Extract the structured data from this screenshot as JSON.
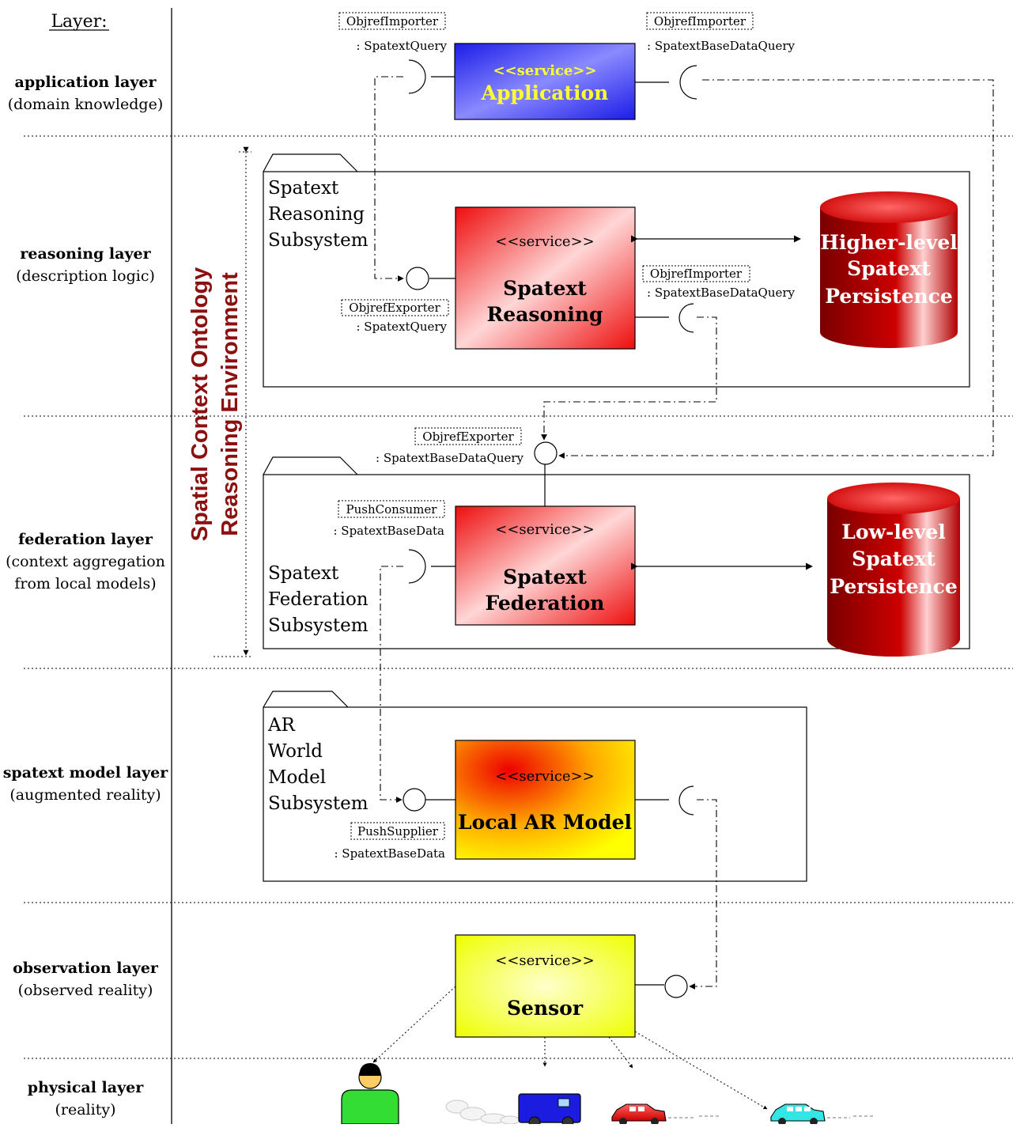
{
  "layers_heading": "Layer:",
  "layers": [
    {
      "name": "application layer",
      "desc": "(domain knowledge)"
    },
    {
      "name": "reasoning layer",
      "desc": "(description logic)"
    },
    {
      "name": "federation layer",
      "desc1": "(context aggregation",
      "desc2": "from local models)"
    },
    {
      "name": "spatext model layer",
      "desc": "(augmented reality)"
    },
    {
      "name": "observation layer",
      "desc": "(observed reality)"
    },
    {
      "name": "physical layer",
      "desc": "(reality)"
    }
  ],
  "environment_label": {
    "line1": "Spatial Context Ontology",
    "line2": "Reasoning Environment"
  },
  "packages": {
    "reasoning": [
      "Spatext",
      "Reasoning",
      "Subsystem"
    ],
    "federation": [
      "Spatext",
      "Federation",
      "Subsystem"
    ],
    "ar_world": [
      "AR",
      "World",
      "Model",
      "Subsystem"
    ]
  },
  "components": {
    "application": {
      "stereotype": "<<service>>",
      "name": "Application"
    },
    "reasoning": {
      "stereotype": "<<service>>",
      "line1": "Spatext",
      "line2": "Reasoning"
    },
    "federation": {
      "stereotype": "<<service>>",
      "line1": "Spatext",
      "line2": "Federation"
    },
    "local_ar": {
      "stereotype": "<<service>>",
      "name": "Local AR Model"
    },
    "sensor": {
      "stereotype": "<<service>>",
      "name": "Sensor"
    }
  },
  "persistence": {
    "higher": [
      "Higher-level",
      "Spatext",
      "Persistence"
    ],
    "low": [
      "Low-level",
      "Spatext",
      "Persistence"
    ]
  },
  "ports": {
    "app_left": {
      "role": "ObjrefImporter",
      "iface": ": SpatextQuery"
    },
    "app_right": {
      "role": "ObjrefImporter",
      "iface": ": SpatextBaseDataQuery"
    },
    "reason_left": {
      "role": "ObjrefExporter",
      "iface": ": SpatextQuery"
    },
    "reason_right": {
      "role": "ObjrefImporter",
      "iface": ": SpatextBaseDataQuery"
    },
    "fed_top": {
      "role": "ObjrefExporter",
      "iface": ": SpatextBaseDataQuery"
    },
    "fed_left": {
      "role": "PushConsumer",
      "iface": ": SpatextBaseData"
    },
    "ar_left": {
      "role": "PushSupplier",
      "iface": ": SpatextBaseData"
    }
  },
  "colors": {
    "application_fill": "#2020ee",
    "application_text": "#ffff33",
    "reasoning_fill": "#ee1111",
    "cylinder": "#b00000",
    "local_ar_fill": "#ffee00",
    "sensor_fill": "#f2ff1a",
    "environment_text": "#8b1010"
  }
}
